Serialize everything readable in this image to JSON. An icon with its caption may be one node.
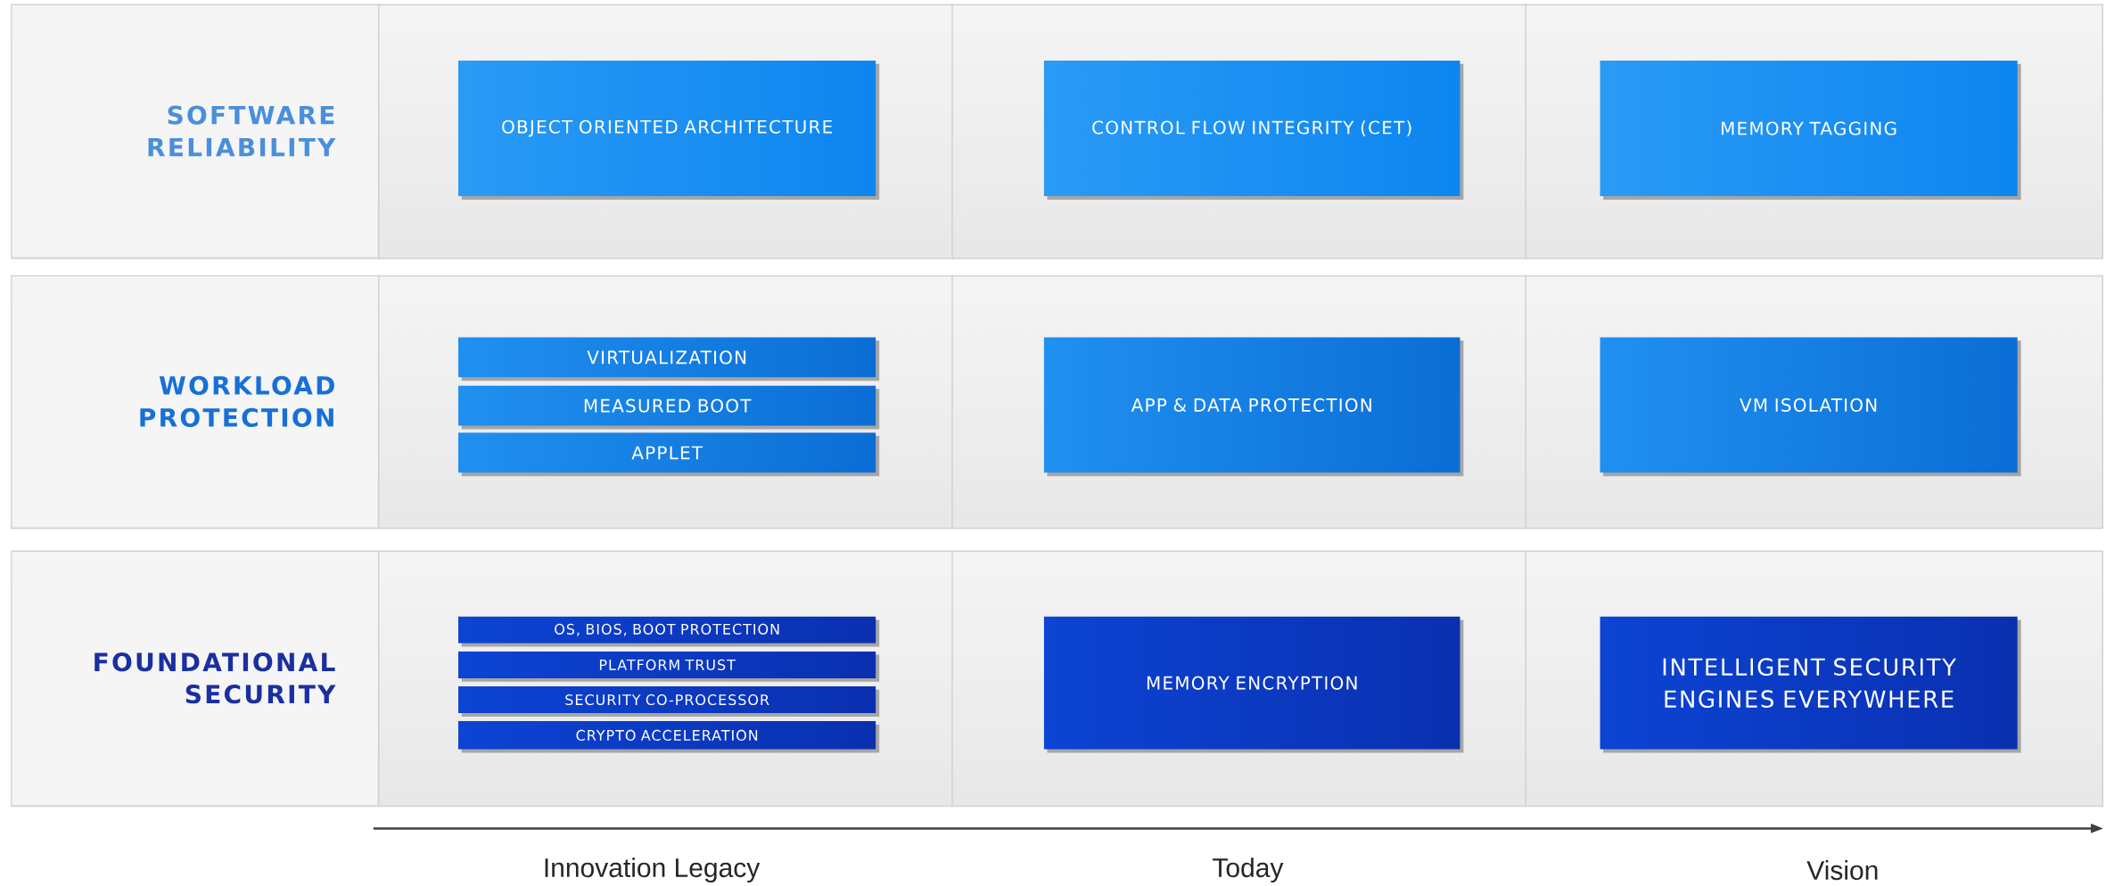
{
  "diagram": {
    "nodes": [
      {
        "text": [
          "SOFTWARE RELIABILITY"
        ]
      },
      {
        "text": [
          "OBJECT ORIENTED ARCHITECTURE"
        ],
        "in": 0
      },
      {
        "text": [
          "CONTROL FLOW INTEGRITY (CET)"
        ],
        "in": 0
      },
      {
        "text": [
          "MEMORY TAGGING"
        ],
        "in": 0
      },
      {
        "text": [
          "WORKLOAD PROTECTION"
        ]
      },
      {
        "text": [
          "VIRTUALIZATION"
        ],
        "in": 4
      },
      {
        "text": [
          "MEASURED BOOT"
        ],
        "in": 4
      },
      {
        "text": [
          "APPLET"
        ],
        "in": 4
      },
      {
        "text": [
          "APP & DATA PROTECTION"
        ],
        "in": 4
      },
      {
        "text": [
          "VM ISOLATION"
        ],
        "in": 4
      },
      {
        "text": [
          "FOUNDATIONAL SECURITY"
        ]
      },
      {
        "text": [
          "OS, BIOS, BOOT PROTECTION"
        ],
        "in": 10
      },
      {
        "text": [
          "PLATFORM TRUST"
        ],
        "in": 10
      },
      {
        "text": [
          "SECURITY CO-PROCESSOR"
        ],
        "in": 10
      },
      {
        "text": [
          "CRYPTO ACCELERATION"
        ],
        "in": 10
      },
      {
        "text": [
          "MEMORY ENCRYPTION"
        ],
        "in": 10
      },
      {
        "text": [
          "INTELLIGENT SECURITY ENGINES EVERYWHERE"
        ],
        "in": 10
      }
    ],
    "labels": [
      "Innovation Legacy",
      "Today",
      "Vision"
    ]
  }
}
